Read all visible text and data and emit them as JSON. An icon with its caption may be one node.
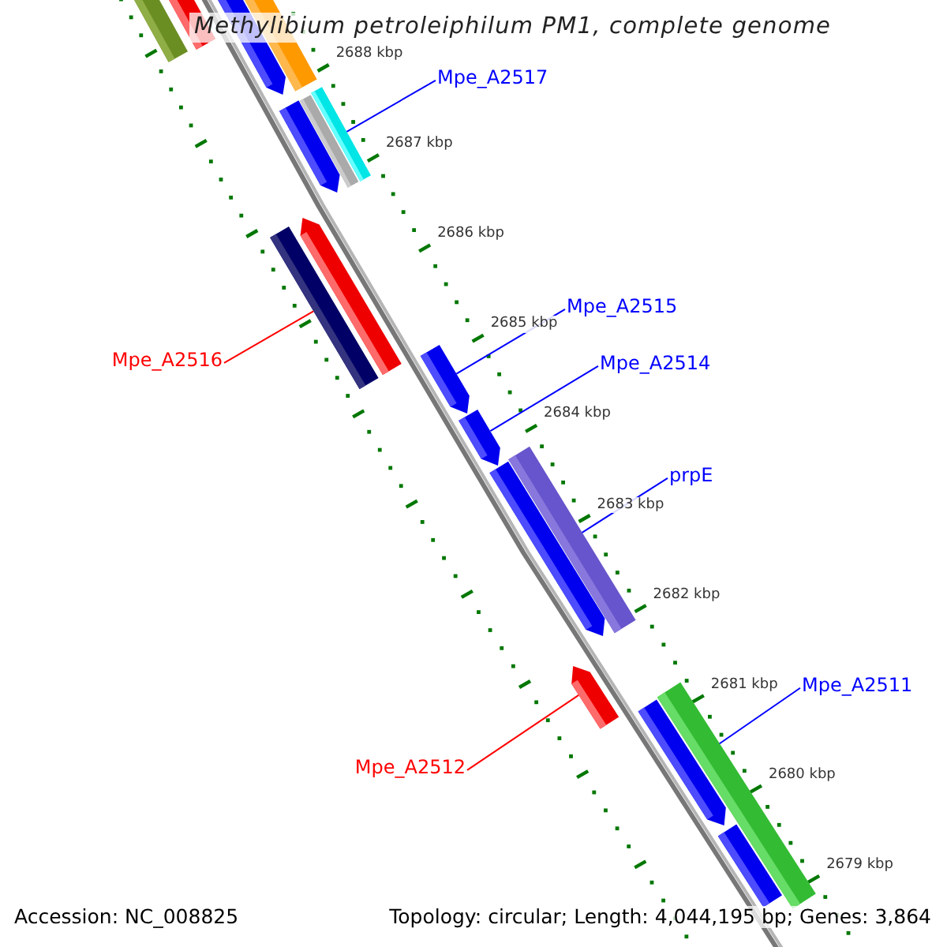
{
  "diagram": {
    "title": "Methylibium petroleiphilum PM1, complete genome",
    "nodes": [
      {
        "text": [
          "Mpe_A2517"
        ]
      },
      {
        "text": [],
        "shape": "bar"
      },
      {
        "text": [
          "Mpe_A2515"
        ]
      },
      {
        "text": [],
        "shape": "arrow"
      },
      {
        "text": [
          "Mpe_A2514"
        ]
      },
      {
        "text": [],
        "shape": "arrow"
      },
      {
        "text": [
          "prpE"
        ]
      },
      {
        "text": [],
        "shape": "bar"
      },
      {
        "text": [
          "Mpe_A2516"
        ]
      },
      {
        "text": [],
        "shape": "bar"
      },
      {
        "text": [
          "Mpe_A2511"
        ]
      },
      {
        "text": [],
        "shape": "bar"
      },
      {
        "text": [
          "Mpe_A2512"
        ]
      },
      {
        "text": [],
        "shape": "arrow"
      },
      {
        "text": [],
        "shape": "bar"
      },
      {
        "text": [],
        "shape": "bar"
      },
      {
        "text": [],
        "shape": "arrow"
      },
      {
        "text": [],
        "shape": "bar"
      },
      {
        "text": [],
        "shape": "bar"
      },
      {
        "text": [],
        "shape": "arrow"
      },
      {
        "text": [],
        "shape": "arrow"
      },
      {
        "text": [],
        "shape": "arrow"
      },
      {
        "text": [],
        "shape": "arrow"
      },
      {
        "text": [],
        "shape": "bar"
      }
    ],
    "edges": [
      {
        "from": 0,
        "to": 1,
        "arrow": "none"
      },
      {
        "from": 2,
        "to": 3,
        "arrow": "none"
      },
      {
        "from": 4,
        "to": 5,
        "arrow": "none"
      },
      {
        "from": 6,
        "to": 7,
        "arrow": "none"
      },
      {
        "from": 8,
        "to": 9,
        "arrow": "none",
        "color": "#ff0000"
      },
      {
        "from": 10,
        "to": 11,
        "arrow": "none"
      },
      {
        "from": 12,
        "to": 13,
        "arrow": "none",
        "color": "#ff0000"
      }
    ],
    "labels": [
      "2688 kbp",
      "2687 kbp",
      "2686 kbp",
      "2685 kbp",
      "2684 kbp",
      "2683 kbp",
      "2682 kbp",
      "2681 kbp",
      "2680 kbp",
      "2679 kbp",
      "Accession: NC_008825",
      "Topology: circular; Length: 4,044,195 bp; Genes: 3,864"
    ]
  }
}
